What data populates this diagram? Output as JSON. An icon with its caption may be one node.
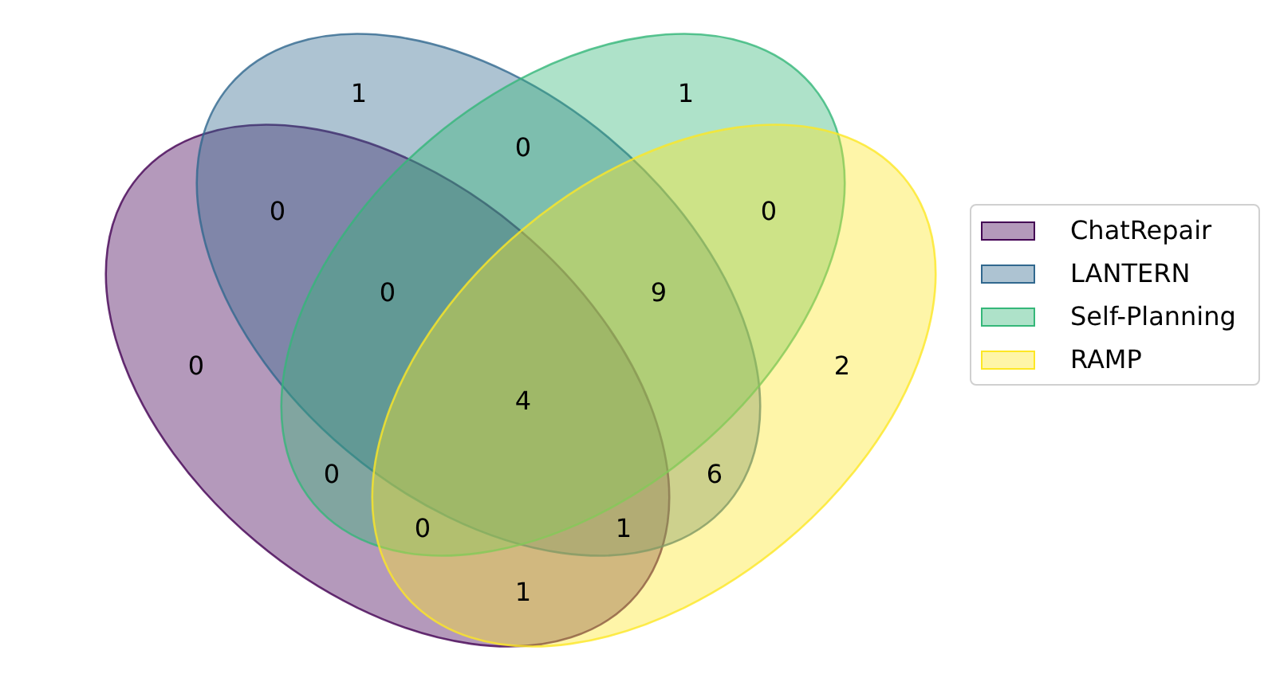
{
  "diagram": {
    "labels": [
      "1",
      "1",
      "0",
      "0",
      "0",
      "0",
      "9",
      "0",
      "2",
      "4",
      "0",
      "6",
      "0",
      "1",
      "1"
    ],
    "legend": [
      {
        "text": "ChatRepair",
        "color": "#440154"
      },
      {
        "text": "LANTERN",
        "color": "#31688e"
      },
      {
        "text": "Self-Planning",
        "color": "#35b779"
      },
      {
        "text": "RAMP",
        "color": "#fde725"
      }
    ]
  }
}
